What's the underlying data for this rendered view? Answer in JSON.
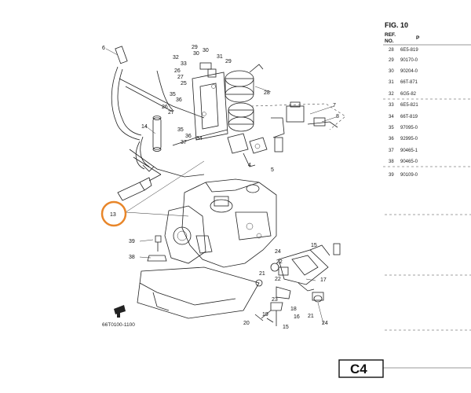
{
  "figure": {
    "title": "FIG. 10",
    "col_ref_line1": "REF.",
    "col_ref_line2": "NO.",
    "col_part": "P",
    "rows": [
      {
        "no": "28",
        "part": "6E5-819"
      },
      {
        "no": "29",
        "part": "90170-0"
      },
      {
        "no": "30",
        "part": "90204-0"
      },
      {
        "no": "31",
        "part": "66T-871"
      },
      {
        "no": "32",
        "part": "6G5-82"
      },
      {
        "no": "33",
        "part": "6E5-821"
      },
      {
        "no": "34",
        "part": "66T-819"
      },
      {
        "no": "35",
        "part": "97095-0"
      },
      {
        "no": "36",
        "part": "92995-0"
      },
      {
        "no": "37",
        "part": "90465-1"
      },
      {
        "no": "38",
        "part": "90465-0"
      },
      {
        "no": "39",
        "part": "90109-0"
      }
    ]
  },
  "callouts": {
    "c4": "4",
    "c5": "5",
    "c6": "6",
    "c7": "7",
    "c8": "8",
    "c13": "13",
    "c14": "14",
    "c15": "15",
    "c16": "16",
    "c17": "17",
    "c18": "18",
    "c19": "19",
    "c20": "20",
    "c21": "21",
    "c22": "22",
    "c23": "23",
    "c24": "24",
    "c25": "25",
    "c26": "26",
    "c27": "27",
    "c28": "28",
    "c29": "29",
    "c30": "30",
    "c31": "31",
    "c32": "32",
    "c33": "33",
    "c34": "34",
    "c35": "35",
    "c36": "36",
    "c37": "37",
    "c38": "38",
    "c39": "39",
    "c26b": "26",
    "c27b": "27",
    "c29b": "29",
    "c30b": "30",
    "c35b": "35",
    "c36b": "36",
    "c15b": "15",
    "c21b": "21",
    "c22b": "22"
  },
  "drawing_code": "66T0100-1100",
  "page_code": "C4",
  "colors": {
    "highlight": "#e8862a",
    "line": "#222222"
  }
}
